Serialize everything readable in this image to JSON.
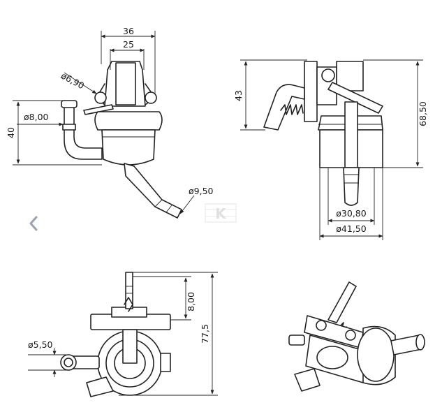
{
  "dimensions": {
    "view_front": {
      "width_outer": "36",
      "width_inner": "25",
      "hole_diameter": "ø6,90",
      "inlet_diameter": "ø8,00",
      "inlet_height": "40",
      "outlet_diameter": "ø9,50"
    },
    "view_side": {
      "height_upper": "43",
      "height_total": "68,50",
      "body_diameter_inner": "ø30,80",
      "body_diameter_outer": "ø41,50"
    },
    "view_top": {
      "lever_offset": "8,00",
      "height_total": "77,5",
      "pipe_diameter": "ø5,50"
    }
  },
  "watermark": {
    "glyph": "K"
  },
  "navigation": {
    "prev_icon": "chevron-left-icon"
  }
}
